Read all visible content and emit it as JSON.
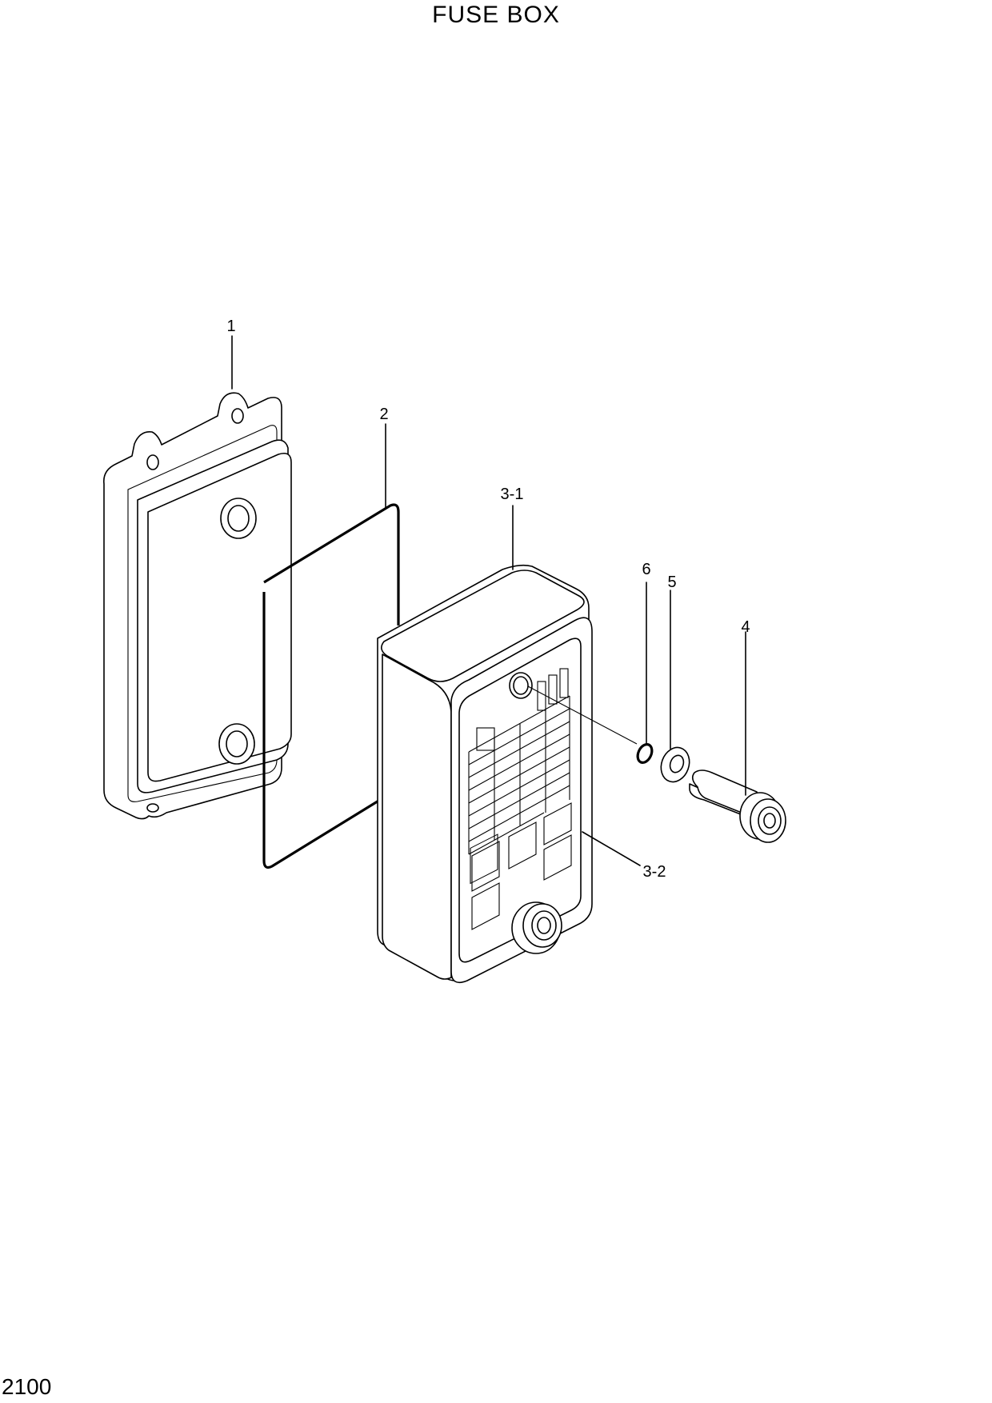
{
  "title": "FUSE BOX",
  "page_number": "2100",
  "callouts": {
    "c1": "1",
    "c2": "2",
    "c3_1": "3-1",
    "c6": "6",
    "c5": "5",
    "c4": "4",
    "c3_2": "3-2"
  }
}
